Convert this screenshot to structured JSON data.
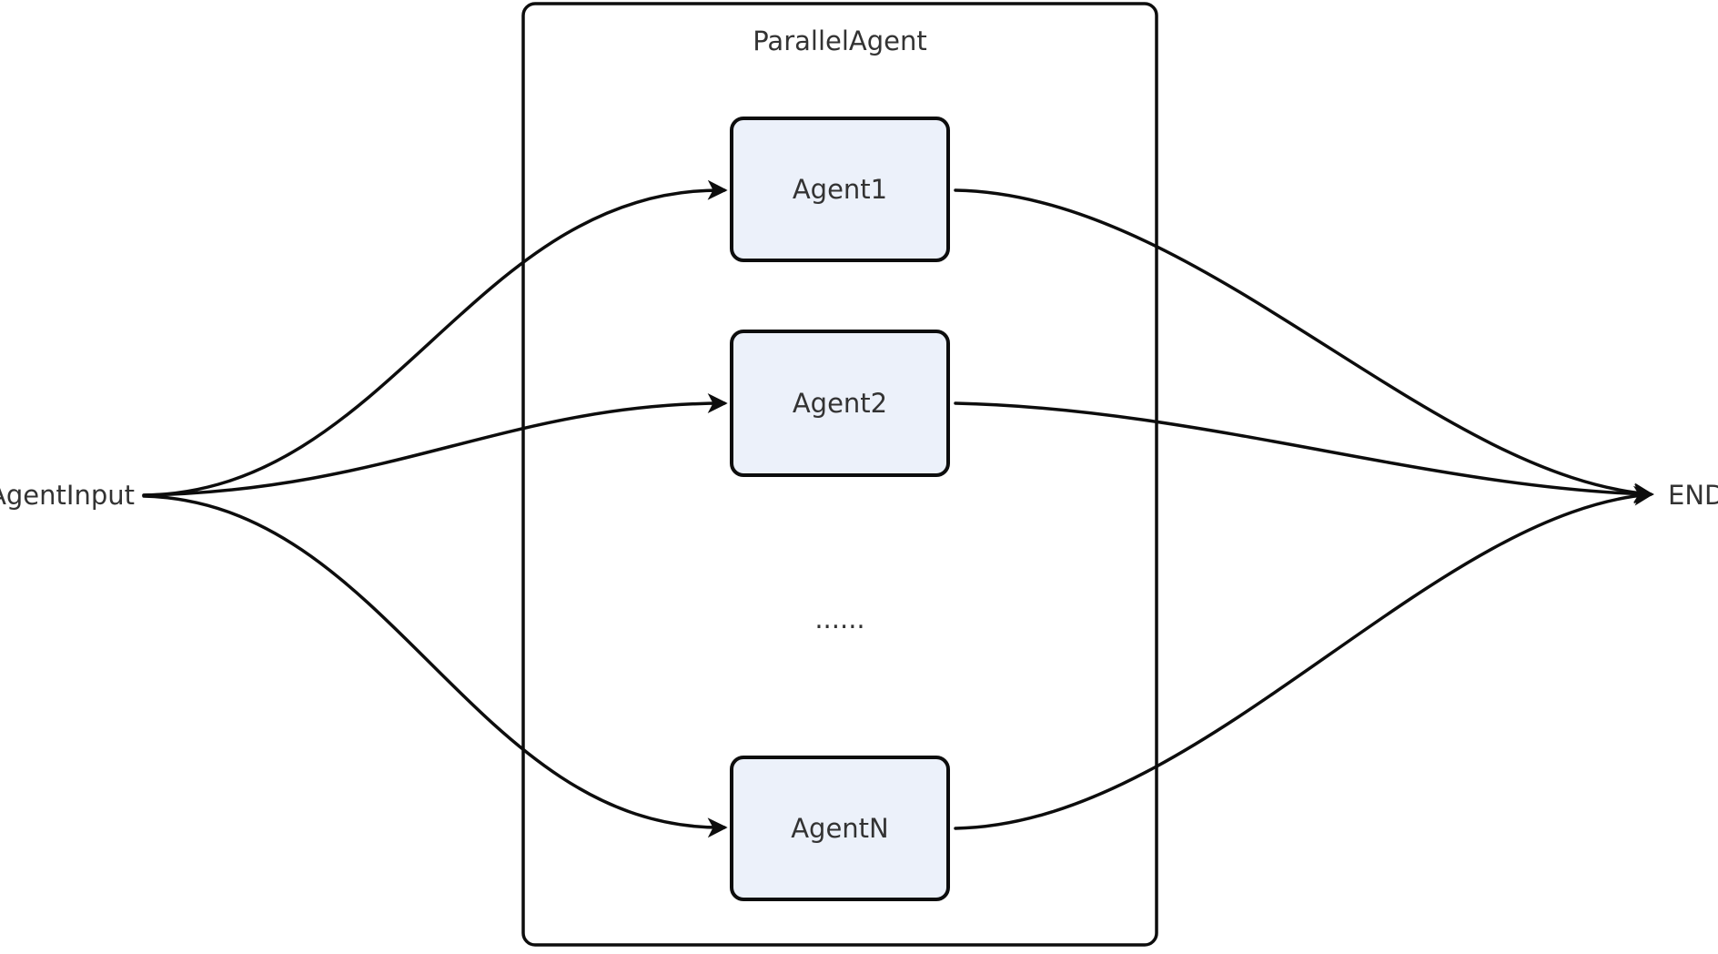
{
  "diagram": {
    "type": "flowchart",
    "direction": "left-to-right",
    "title": "ParallelAgent",
    "start_node": {
      "label": "AgentInput"
    },
    "end_node": {
      "label": "END"
    },
    "container": {
      "label": "ParallelAgent",
      "children": [
        "Agent1",
        "Agent2",
        "......",
        "AgentN"
      ]
    },
    "agents": [
      {
        "id": "agent1",
        "label": "Agent1"
      },
      {
        "id": "agent2",
        "label": "Agent2"
      },
      {
        "id": "agentN",
        "label": "AgentN"
      }
    ],
    "ellipsis": {
      "label": "......"
    },
    "edges": [
      {
        "from": "AgentInput",
        "to": "Agent1"
      },
      {
        "from": "AgentInput",
        "to": "Agent2"
      },
      {
        "from": "AgentInput",
        "to": "AgentN"
      },
      {
        "from": "Agent1",
        "to": "END"
      },
      {
        "from": "Agent2",
        "to": "END"
      },
      {
        "from": "AgentN",
        "to": "END"
      }
    ],
    "colors": {
      "node_fill": "#ECF1FA",
      "node_border": "#0D0D0D",
      "edge": "#0D0D0D",
      "text": "#333333",
      "background": "#FFFFFF"
    }
  }
}
